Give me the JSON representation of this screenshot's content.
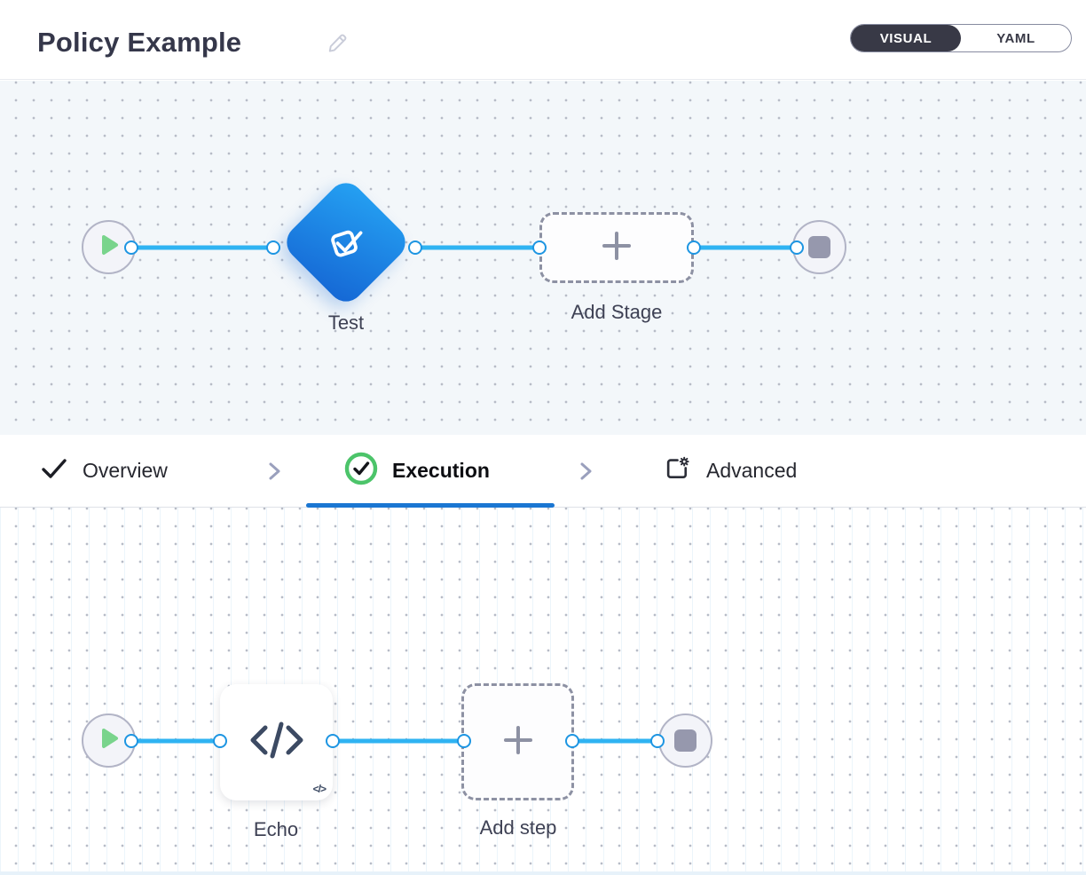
{
  "header": {
    "title": "Policy Example",
    "mode_toggle": {
      "options": [
        "VISUAL",
        "YAML"
      ],
      "selected": "VISUAL"
    }
  },
  "stage_canvas": {
    "stage": {
      "label": "Test",
      "icon": "check-square-icon"
    },
    "add_stage": {
      "label": "Add Stage",
      "icon": "plus-icon"
    },
    "start": "play-icon",
    "end": "stop-icon"
  },
  "tabs": [
    {
      "label": "Overview",
      "icon": "check-icon",
      "status": "complete"
    },
    {
      "label": "Execution",
      "icon": "check-circle-icon",
      "status": "active"
    },
    {
      "label": "Advanced",
      "icon": "panel-gear-icon",
      "status": "default"
    }
  ],
  "step_canvas": {
    "step": {
      "label": "Echo",
      "icon": "code-icon",
      "badge": "</>"
    },
    "add_step": {
      "label": "Add step",
      "icon": "plus-icon"
    },
    "start": "play-icon",
    "end": "stop-icon"
  },
  "colors": {
    "accent_blue": "#1a76d2",
    "edge_blue": "#2fb3f2",
    "stage_gradient_start": "#25a2f3",
    "stage_gradient_end": "#1566d4",
    "success_green": "#4cc46a",
    "play_green": "#79d48c",
    "toggle_dark": "#383946"
  }
}
